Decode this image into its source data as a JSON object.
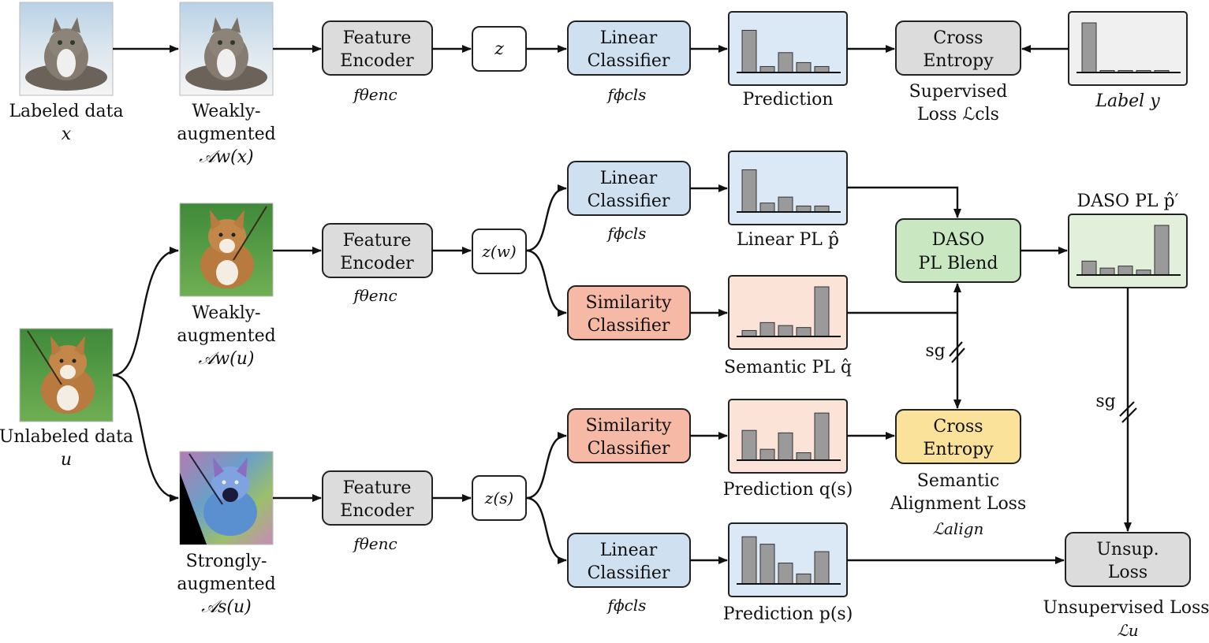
{
  "colors": {
    "gray_box": "#dcdcdc",
    "blue_box": "#cfe0f1",
    "blue_panel": "#dbe8f5",
    "salmon_box": "#f6b9a5",
    "peach_panel": "#fbe3d8",
    "green_box": "#c9e8c2",
    "green_panel": "#e2f0db",
    "yellow_box": "#fbe29a",
    "label_panel": "#f0f0f0",
    "bar": "#9a9a9a"
  },
  "images": {
    "labeled": "cat photo",
    "weak_labeled": "cat photo weakly augmented",
    "unlabeled": "corgi photo",
    "weak_unlabeled": "corgi photo weakly augmented",
    "strong_unlabeled": "corgi photo strongly augmented"
  },
  "labels": {
    "labeled_data": "Labeled data",
    "labeled_sym": "x",
    "weakly_l1": "Weakly-",
    "weakly_l2": "augmented",
    "aw_x": "𝒜w(x)",
    "unlabeled_data": "Unlabeled data",
    "unlabeled_sym": "u",
    "weakly_u1": "Weakly-",
    "weakly_u2": "augmented",
    "aw_u": "𝒜w(u)",
    "strongly_1": "Strongly-",
    "strongly_2": "augmented",
    "as_u": "𝒜s(u)",
    "prediction": "Prediction",
    "supervised_1": "Supervised",
    "supervised_2": "Loss ℒcls",
    "label_y": "Label y",
    "linear_pl": "Linear PL p̂",
    "semantic_pl": "Semantic PL q̂",
    "daso_pl": "DASO PL p̂′",
    "prediction_q": "Prediction q(s)",
    "prediction_p": "Prediction p(s)",
    "semantic_align_1": "Semantic",
    "semantic_align_2": "Alignment Loss",
    "align_sym": "ℒalign",
    "unsup_loss": "Unsupervised Loss",
    "unsup_sym": "ℒu",
    "sg1": "sg",
    "sg2": "sg"
  },
  "boxes": {
    "feature_encoder_1": "Feature",
    "feature_encoder_2": "Encoder",
    "enc_sym": "fθenc",
    "linear_1": "Linear",
    "linear_2": "Classifier",
    "cls_sym": "fϕcls",
    "similarity_1": "Similarity",
    "similarity_2": "Classifier",
    "cross_1": "Cross",
    "cross_2": "Entropy",
    "daso_1": "DASO",
    "daso_2": "PL Blend",
    "unsup_1": "Unsup.",
    "unsup_2": "Loss",
    "z": "z",
    "zw": "z(w)",
    "zs": "z(s)"
  },
  "histograms": {
    "prediction_top": [
      0.85,
      0.12,
      0.4,
      0.2,
      0.12
    ],
    "label_y": [
      1.0,
      0.04,
      0.04,
      0.04,
      0.04
    ],
    "linear_pl": [
      0.85,
      0.18,
      0.3,
      0.12,
      0.12
    ],
    "semantic_pl": [
      0.12,
      0.28,
      0.22,
      0.18,
      1.0
    ],
    "daso_pl": [
      0.28,
      0.14,
      0.18,
      0.1,
      1.0
    ],
    "prediction_q": [
      0.6,
      0.22,
      0.55,
      0.15,
      0.95
    ],
    "prediction_p": [
      0.95,
      0.8,
      0.42,
      0.2,
      0.65
    ]
  }
}
